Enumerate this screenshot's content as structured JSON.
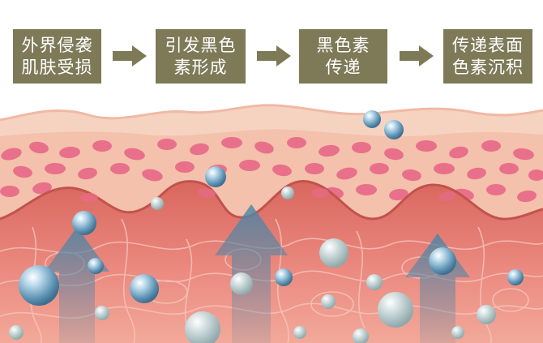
{
  "flow": {
    "steps": [
      {
        "text": "外界侵袭\n肌肤受损"
      },
      {
        "text": "引发黑色\n素形成"
      },
      {
        "text": "黑色素\n传递"
      },
      {
        "text": "传递表面\n色素沉积"
      }
    ]
  },
  "colors": {
    "step_box": "#7e7a58",
    "step_text": "#ffffff",
    "arrow": "#7e7a58",
    "epidermis": "#f6d3c0",
    "cell": "#e9708a",
    "dermis": "#ea8a80",
    "bubble": "#8fb8cf",
    "upward_arrow": "#5b8aa5"
  }
}
